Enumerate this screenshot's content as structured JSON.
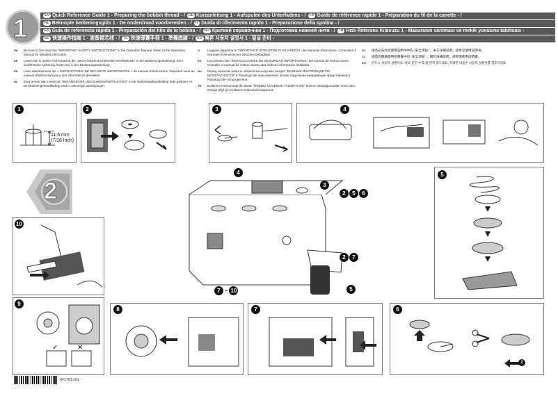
{
  "header": {
    "badge_number": "1",
    "lines": [
      {
        "tag": "EN",
        "text": "Quick Reference Guide 1 - Preparing the bobbin thread - /"
      },
      {
        "tag": "DE",
        "text": "Kurzanleitung 1 - Aufspulen des Unterfadens - /"
      },
      {
        "tag": "FR",
        "text": "Guide de référence rapide 1 - Préparation du fil de la canette - /"
      },
      {
        "tag": "NL",
        "text": "Beknopte bedieningsgids 1 - De onderdraad voorbereiden - /"
      },
      {
        "tag": "IT",
        "text": "Guida di riferimento rapido 1 - Preparazione della spolina - /"
      },
      {
        "tag": "ES",
        "text": "Guía de referencia rápida 1 - Preparación del hilo de la bobina - /"
      },
      {
        "tag": "RU",
        "text": "Краткий справочник 1 - Подготовка нижней нити - /"
      },
      {
        "tag": "TR",
        "text": "Hızlı Referans Kılavuzu 1 - Masuranın sarılması ve mekik yuvasına takılması -"
      },
      {
        "tag": "SC",
        "text": "快速操作指南 1 - 准备梭芯线 - /"
      },
      {
        "tag": "TC",
        "text": "快速導覽手冊 1 - 準備底線 - /"
      },
      {
        "tag": "KO",
        "text": "빠른 사용자 설명서 1 - 밑실 준비 -"
      }
    ]
  },
  "notes_col1": [
    {
      "tag": "EN",
      "text": "Be sure to first read the \"IMPORTANT SAFETY INSTRUCTIONS\" in the Operation Manual. Refer to the Operation Manual for detailed instruction."
    },
    {
      "tag": "DE",
      "text": "Lesen Sie in jedem Fall zunächst die „WICHTIGEN SICHERHEITSHINWEISE“ in der Bedienungsanleitung. Eine ausführliche Anleitung finden Sie in der Bedienungsanleitung."
    },
    {
      "tag": "FR",
      "text": "Lisez attentivement les « INSTRUCTIONS DE SÉCURITÉ IMPORTANTES » du manuel d'instructions. Reportez-vous au manuel d'instructions pour des informations détaillées."
    },
    {
      "tag": "NL",
      "text": "Zorg ervoor dat u eerst de \"BELANGRIJKE VEILIGHEIDSINSTRUCTIES\" in de bedieningshandleiding hebt gelezen. In de bedieningshandleiding vindt u uitvoerige aanwijzingen."
    }
  ],
  "notes_col2": [
    {
      "tag": "IT",
      "text": "Leggere dapprima le \"IMPORTANTI ISTRUZIONI DI SICUREZZA\" del manuale d'istruzione. Consultare il manuale d'istruzioni per istruzioni dettagliate."
    },
    {
      "tag": "ES",
      "text": "Lea primero las \"INSTRUCCIONES DE SEGURIDAD IMPORTANTES\" del manual de instrucciones. Consulte el manual de instrucciones para obtener información detallada."
    },
    {
      "tag": "RU",
      "text": "Перед началом работы обязательно изучите раздел \"ВАЖНЫЕ ИНСТРУКЦИИ ПО БЕЗОПАСНОСТИ\" в Руководстве пользователя. Более подробная информация представлена в Руководстве пользователя."
    },
    {
      "tag": "TR",
      "text": "Kullanım Kılavuzunda ilk olarak \"ÖNEMLİ GÜVENLİK TALİMATLARI\" kısmını okuduğunuzdan emin olun. Detaylı bilgi için Kullanım Kılavuzuna başvurun."
    }
  ],
  "notes_col3": [
    {
      "tag": "SC",
      "text": "请务必先阅读使用说明书中的 \"安全须知\" 。关于详细说明，请参见使用说明书。"
    },
    {
      "tag": "TC",
      "text": "請首先閱讀使用說明書中的 \"安全須知\" 。關於詳細說明，請參閱使用說明書。"
    },
    {
      "tag": "KO",
      "text": "반드시 사용자 설명서의 \"중요 안전 수칙\"을 먼저 읽으세요. 자세한 내용은 사용자 설명서를 참조하세요."
    }
  ],
  "steps": {
    "s1": "1",
    "s2": "2",
    "s3": "3",
    "s4": "4",
    "s5": "5",
    "s6": "6",
    "s7": "7",
    "s8": "8",
    "s9": "9",
    "s10": "10"
  },
  "dimension": {
    "metric": "11.5 mm",
    "imperial": "(7/16 inch)"
  },
  "section_number": "2",
  "callouts": {
    "c4": "4",
    "c3": "3",
    "c256": [
      "2",
      "5",
      "6"
    ],
    "c27": [
      "2",
      "7"
    ],
    "c5": "5",
    "c710": [
      "7",
      "–",
      "10"
    ]
  },
  "check_marks": {
    "ok": "✓",
    "ng": "✕"
  },
  "step6_arrow_label": "2",
  "footer": {
    "part_number": "XF1763-101"
  }
}
